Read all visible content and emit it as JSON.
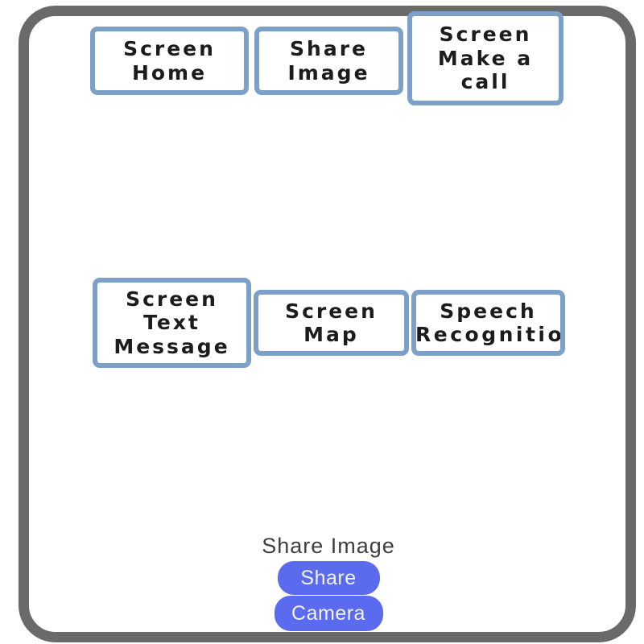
{
  "colors": {
    "frame_gray": "#6a6a6a",
    "box_button_border": "#7da0c8",
    "box_button_text": "#1c1c1c",
    "pill_background": "#5b6bef",
    "pill_text": "#f2f2f2",
    "caption_text": "#3f3f3f",
    "background": "#ffffff"
  },
  "screen_buttons": {
    "row1": [
      {
        "name": "screen-home",
        "lines": [
          "Screen",
          "Home"
        ]
      },
      {
        "name": "share-image",
        "lines": [
          "Share",
          "Image"
        ]
      },
      {
        "name": "screen-make-a-call",
        "lines": [
          "Screen",
          "Make a",
          "call"
        ]
      }
    ],
    "row2": [
      {
        "name": "screen-text-message",
        "lines": [
          "Screen",
          "Text",
          "Message"
        ]
      },
      {
        "name": "screen-map",
        "lines": [
          "Screen",
          "Map"
        ]
      },
      {
        "name": "speech-recognition",
        "lines": [
          "Speech",
          "Recognition"
        ]
      }
    ]
  },
  "bottom": {
    "caption": "Share Image",
    "share_button": "Share",
    "camera_button": "Camera"
  }
}
